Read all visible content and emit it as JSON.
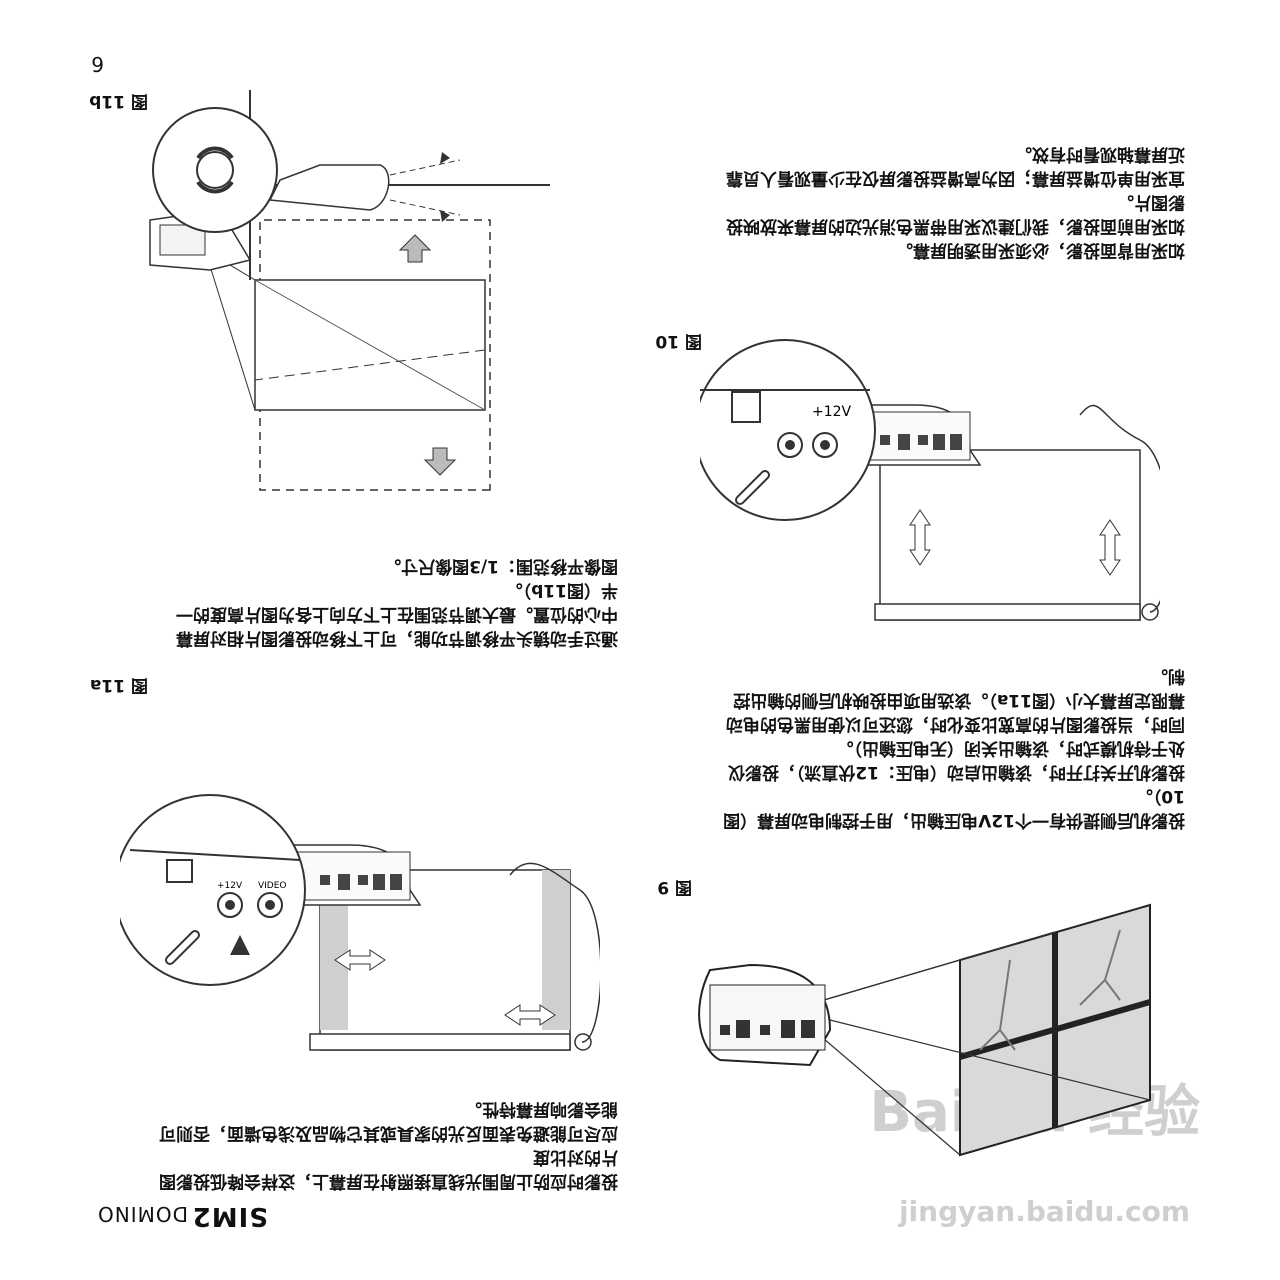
{
  "brand": {
    "logo": "SIM2",
    "model": "DOMINO"
  },
  "page_number": "6",
  "figures": {
    "fig9": "图 9",
    "fig10": "图 10",
    "fig11a": "图 11a",
    "fig11b": "图 11b"
  },
  "projector_labels": {
    "video": "VIDEO",
    "plus12v": "+12V"
  },
  "left_column": {
    "para1": [
      "投影时应防止周围光线直接照射在屏幕上，这样会降低投影图",
      "片的对比度",
      "应尽可能避免表面反光的家具或其它物品及浅色墙面，否则可",
      "能会影响屏幕特性。"
    ],
    "para2": [
      "通过手动镜头平移调节功能，可上下移动投影图片相对屏幕",
      "中心的位置。最大调节范围在上下方向上各为图片高度的一",
      "半（图11b）。",
      "图像平移范围：1/3图像尺寸。"
    ]
  },
  "right_column": {
    "para1": [
      "如采用背面投影，必须采用透明屏幕。",
      "如采用前面投影，我们建议采用带黑色消光边的屏幕来放映投",
      "影图片。",
      "宜采用单位增益屏幕；因为高增益投影屏仅在少量观看人员靠",
      "近屏幕轴观看时有效。"
    ],
    "para2": [
      "投影机后侧提供有一个12V电压输出，用于控制电动屏幕（图",
      "10）。",
      "投影机开关打开时，该输出启动（电压：12伏直流），投影仪",
      "处于待机模式时，该输出关闭（无电压输出）。",
      "同时，当投影图片的高宽比变化时，您还可以使用黑色的电动",
      "幕限定屏幕大小（图11a）。该选用项由投映机后侧的输出控",
      "制。"
    ]
  },
  "watermark": {
    "main": "Bai du 经验",
    "sub": "jingyan.baidu.com"
  }
}
